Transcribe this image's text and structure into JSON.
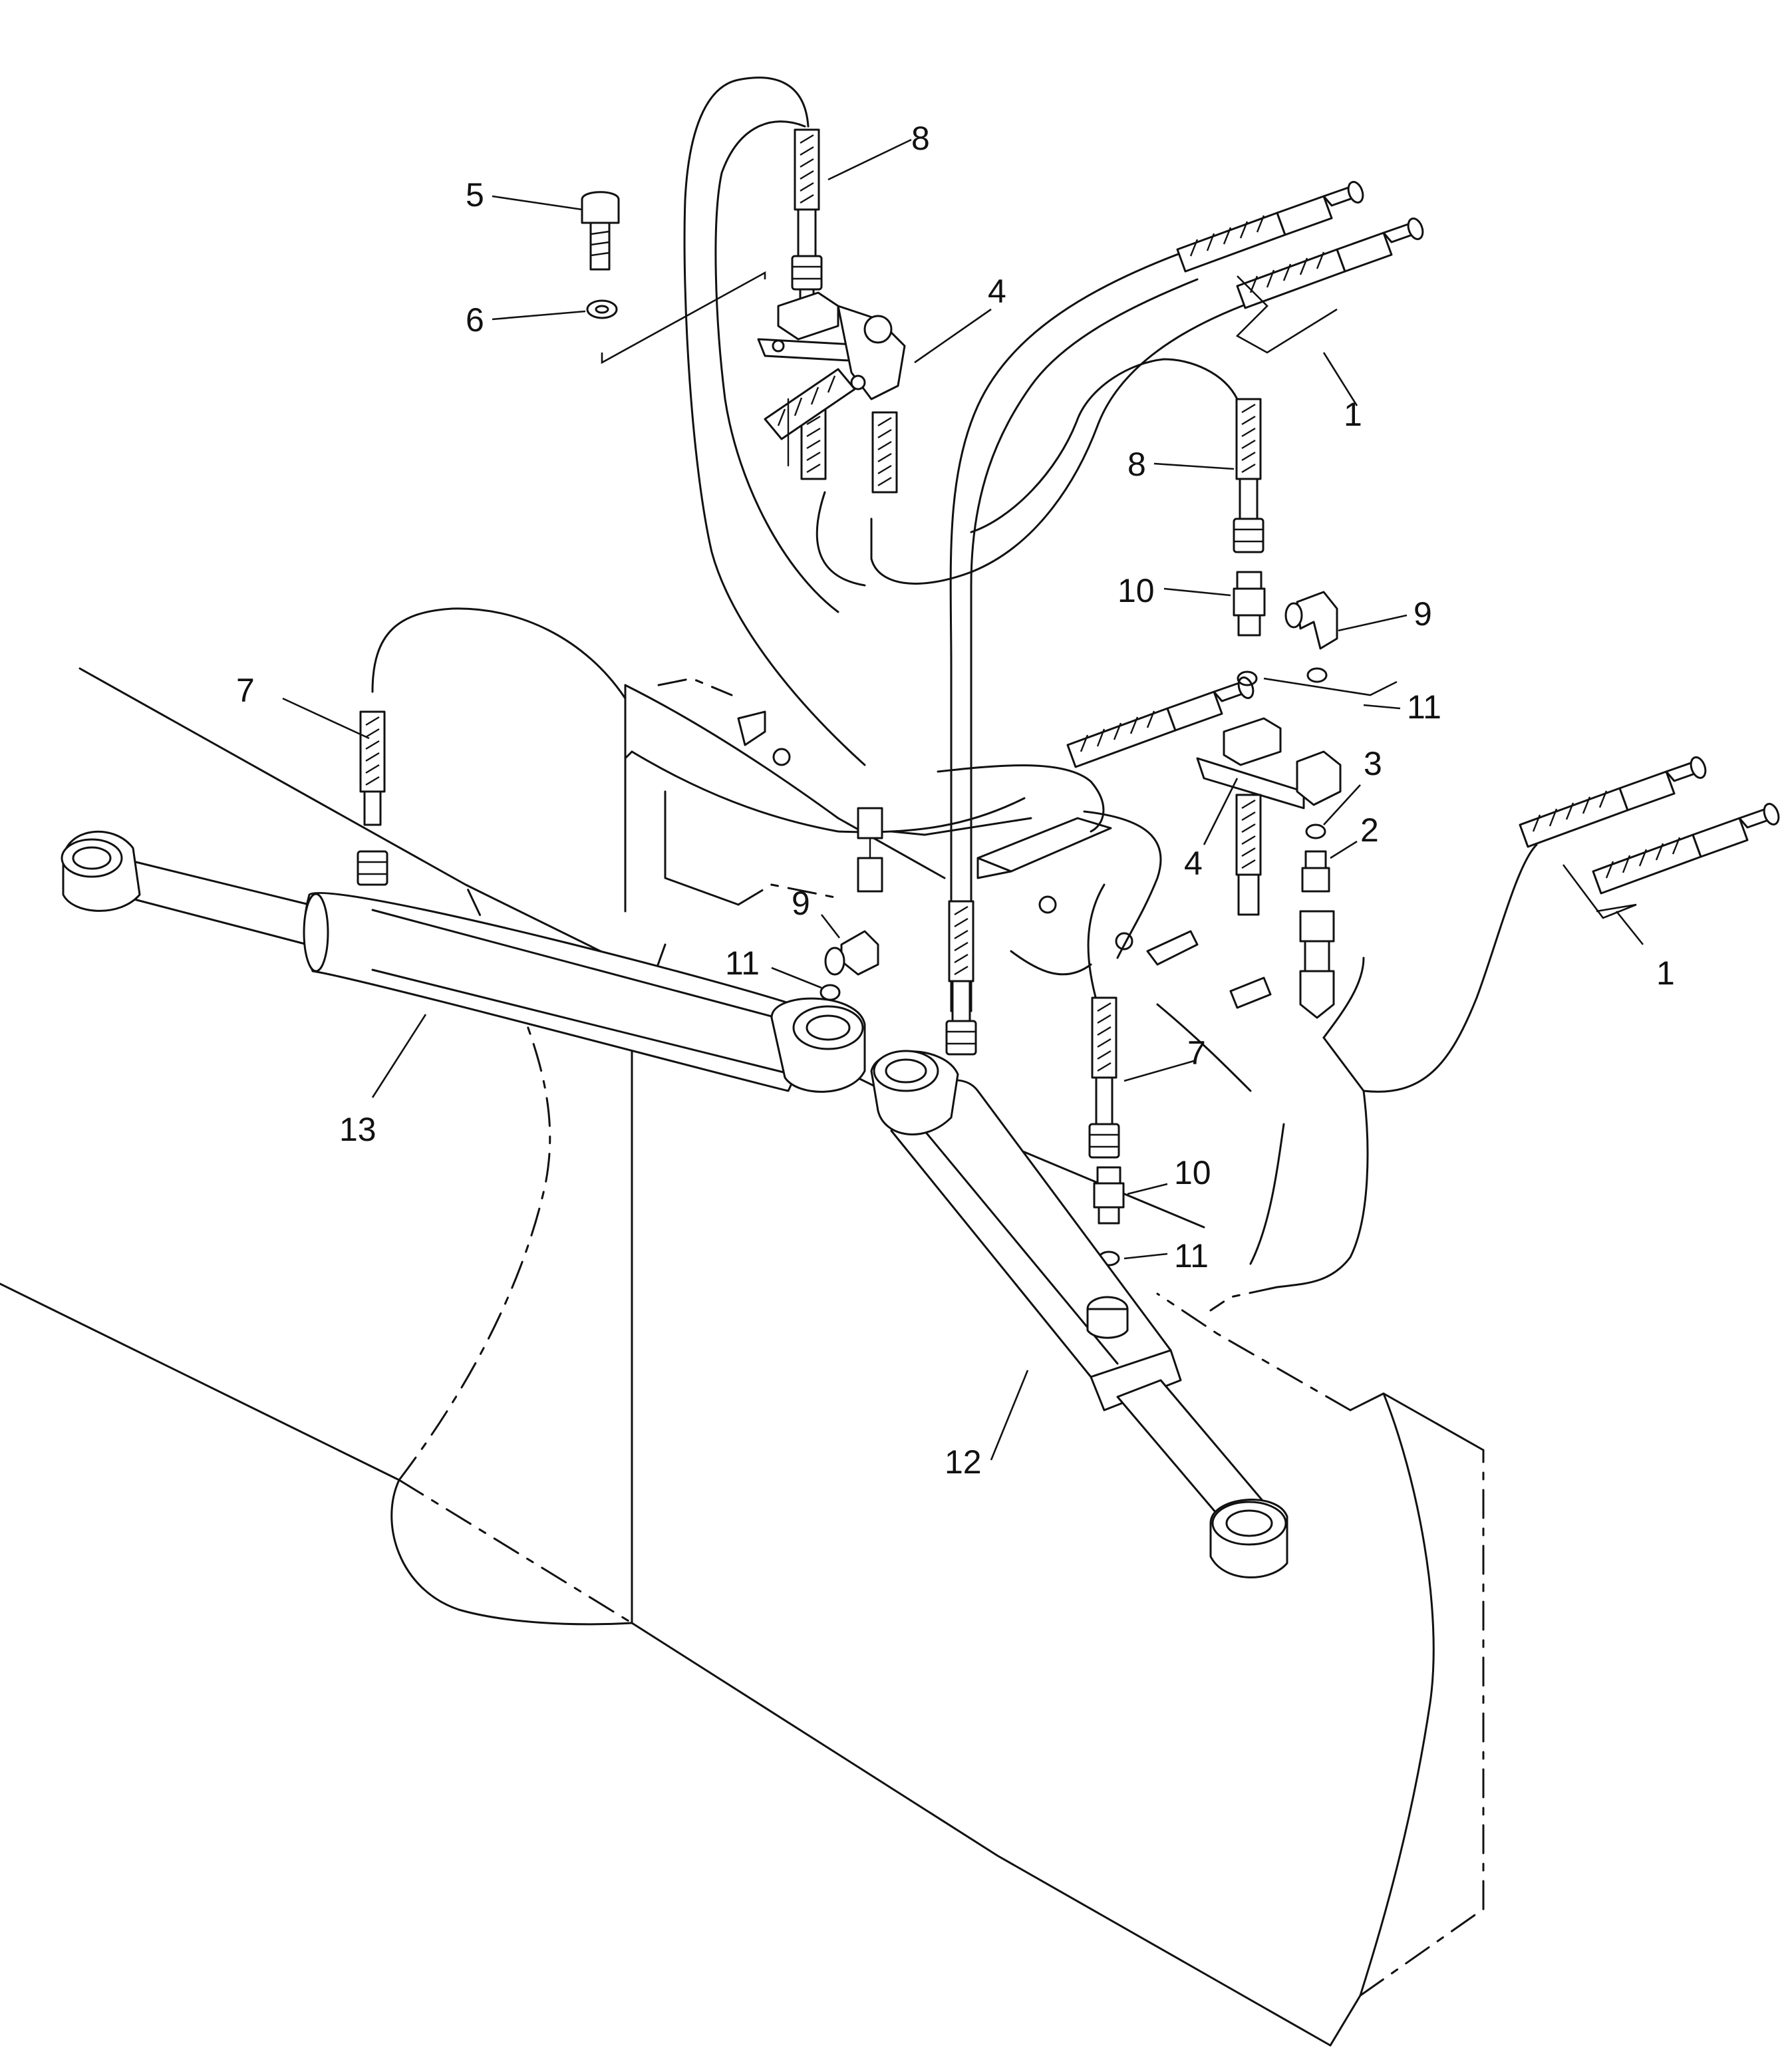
{
  "diagram": {
    "callouts": [
      {
        "id": "c1a",
        "text": "1"
      },
      {
        "id": "c1b",
        "text": "1"
      },
      {
        "id": "c2",
        "text": "2"
      },
      {
        "id": "c3",
        "text": "3"
      },
      {
        "id": "c4a",
        "text": "4"
      },
      {
        "id": "c4b",
        "text": "4"
      },
      {
        "id": "c5",
        "text": "5"
      },
      {
        "id": "c6",
        "text": "6"
      },
      {
        "id": "c7a",
        "text": "7"
      },
      {
        "id": "c7b",
        "text": "7"
      },
      {
        "id": "c8a",
        "text": "8"
      },
      {
        "id": "c8b",
        "text": "8"
      },
      {
        "id": "c9a",
        "text": "9"
      },
      {
        "id": "c9b",
        "text": "9"
      },
      {
        "id": "c10a",
        "text": "10"
      },
      {
        "id": "c10b",
        "text": "10"
      },
      {
        "id": "c11a",
        "text": "11"
      },
      {
        "id": "c11b",
        "text": "11"
      },
      {
        "id": "c11c",
        "text": "11"
      },
      {
        "id": "c12",
        "text": "12"
      },
      {
        "id": "c13",
        "text": "13"
      }
    ]
  }
}
